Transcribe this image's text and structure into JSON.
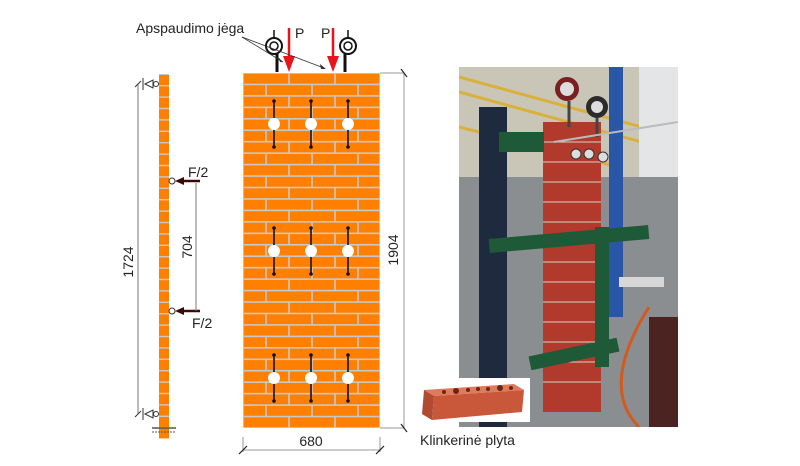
{
  "labels": {
    "clamp_force": "Apspaudimo jėga",
    "load_p_left": "P",
    "load_p_right": "P",
    "force_upper": "F/2",
    "force_lower": "F/2",
    "dim_support_span": "1724",
    "dim_force_spacing": "704",
    "dim_wall_height": "1904",
    "dim_wall_width": "680",
    "brick_caption": "Klinkerinė plyta"
  },
  "colors": {
    "brick": "#ff8000",
    "mortar": "#c8c8c8",
    "load_arrow": "#e8141c",
    "force_arrow": "#3a0a0a"
  },
  "photo": {
    "description": "Laboratory test setup: brick masonry wall in steel frame with dial gauges and hydraulic jack"
  },
  "brick_photo": {
    "description": "Clinker brick with holes"
  }
}
